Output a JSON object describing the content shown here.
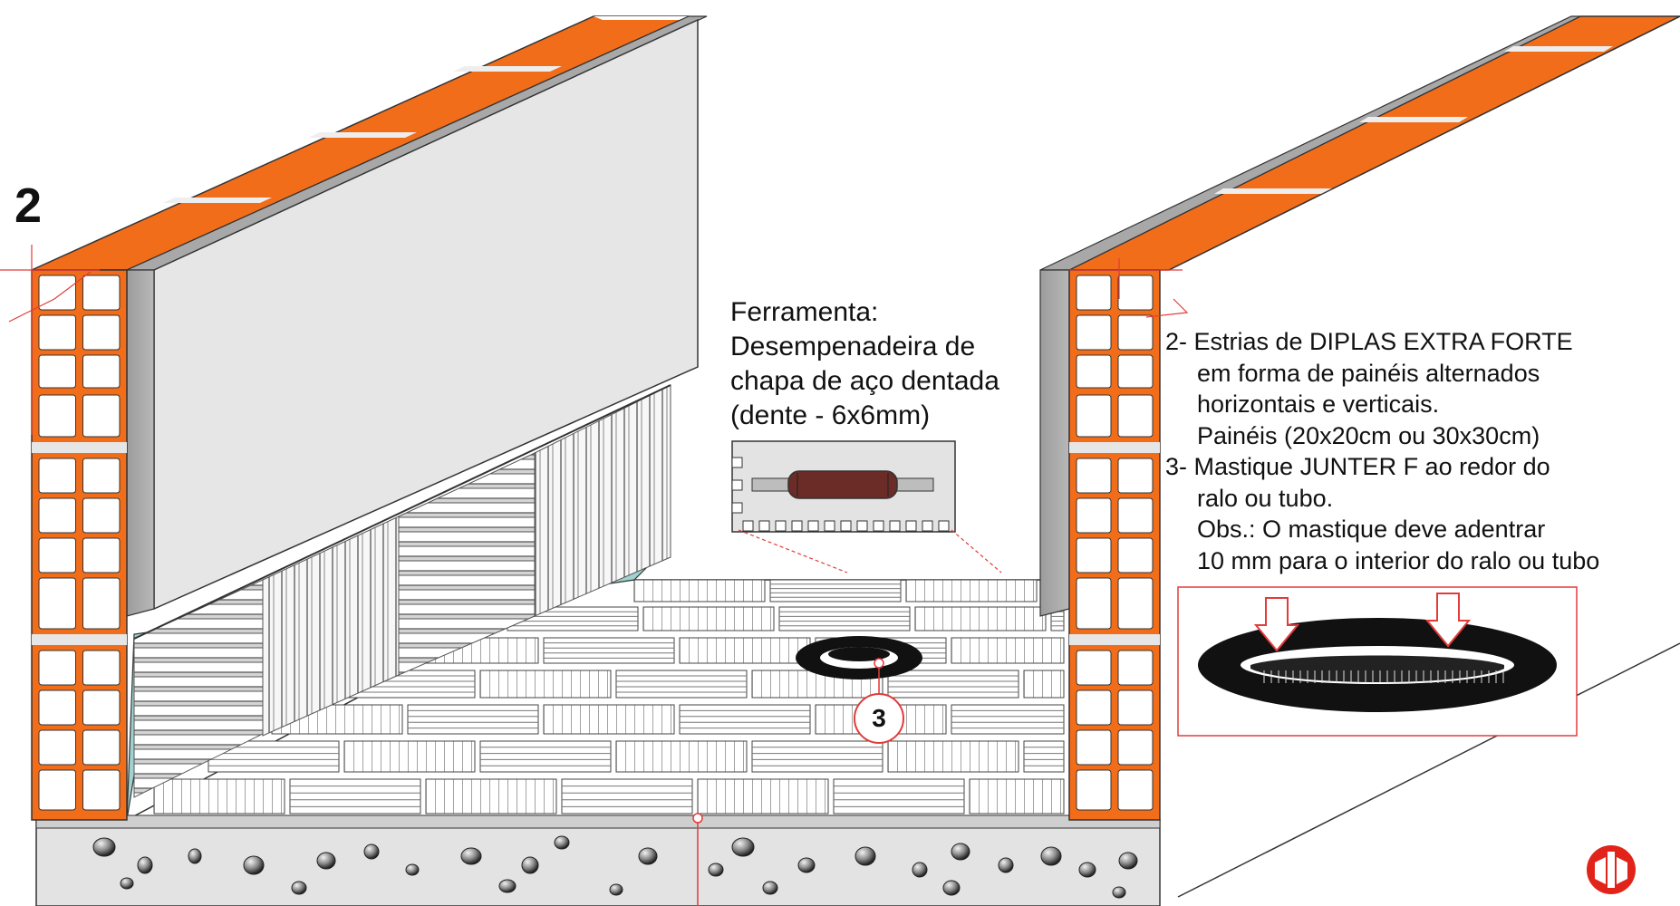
{
  "step_number": "2",
  "tool": {
    "lines": [
      "Ferramenta:",
      "Desempenadeira de",
      "chapa de aço dentada",
      "(dente - 6x6mm)"
    ]
  },
  "notes": {
    "lines": [
      "2- Estrias de DIPLAS EXTRA FORTE",
      "em forma de painéis alternados",
      "horizontais e verticais.",
      "Painéis (20x20cm ou 30x30cm)",
      "3- Mastique JUNTER F ao redor do",
      "ralo ou tubo.",
      "Obs.: O mastique deve adentrar",
      "10 mm para o interior do ralo ou tubo"
    ]
  },
  "callout_3": "3",
  "colors": {
    "brick": "#f26d1a",
    "plaster": "#e8e8e8",
    "concrete": "#e3e3e3",
    "mortar_fillet": "#9fd2cf",
    "annotation_red": "#e23b3b",
    "trowel_handle": "#6b2b26"
  },
  "icons": [
    "company-logo-icon",
    "arrow-down-icon",
    "drain-ring-icon"
  ]
}
